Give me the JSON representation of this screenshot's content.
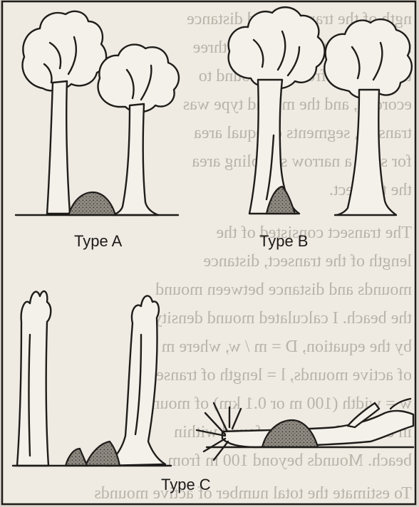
{
  "figure": {
    "type_a_label": "Type A",
    "type_b_label": "Type B",
    "type_c_label": "Type C"
  },
  "colors": {
    "paper": "#d9d5cc",
    "panel": "#efebe3",
    "ink": "#1f1d1a",
    "bleed_text": "#b9b4aa"
  }
}
